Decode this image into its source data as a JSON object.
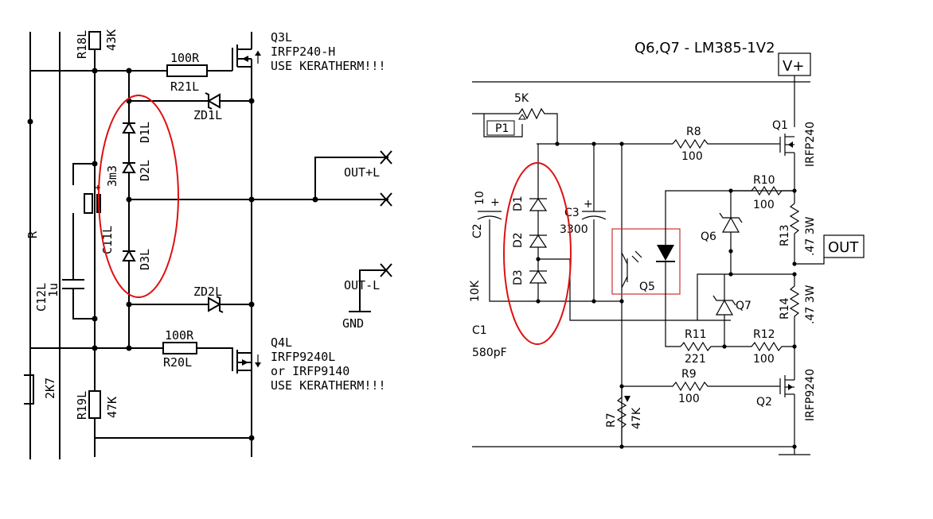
{
  "left": {
    "components": {
      "r18": "R18L",
      "r18_val": "43K",
      "q3": "Q3L",
      "q3_part": "IRFP240-H",
      "q3_note": "USE KERATHERM!!!",
      "r21_val": "100R",
      "r21": "R21L",
      "zd1": "ZD1L",
      "d1": "D1L",
      "d2": "D2L",
      "d3": "D3L",
      "c11": "C11L",
      "c11_val": "3m3",
      "c12": "C12L",
      "c12_val": "1u",
      "partial_r": "R",
      "r_2k7": "2K7",
      "zd2": "ZD2L",
      "r20_val": "100R",
      "r20": "R20L",
      "q4": "Q4L",
      "q4_part": "IRFP9240L",
      "q4_alt": "or IRFP9140",
      "q4_note": "USE KERATHERM!!!",
      "r19": "R19L",
      "r19_val": "47K"
    },
    "terminals": {
      "out_pos": "OUT+L",
      "out_neg": "OUT-L",
      "gnd": "GND"
    }
  },
  "right": {
    "title": "Q6,Q7 - LM385-1V2",
    "components": {
      "pot_val": "5K",
      "pot": "P1",
      "r8": "R8",
      "r8_val": "100",
      "q1": "Q1",
      "q1_part": "IRFP240",
      "c2_val": "10",
      "c2": "C2",
      "c3": "C3",
      "c3_val": "3300",
      "d1": "D1",
      "d2": "D2",
      "d3": "D3",
      "r10": "R10",
      "r10_val": "100",
      "q6": "Q6",
      "r13": "R13",
      "r13_val": ".47 3W",
      "q5": "Q5",
      "q7": "Q7",
      "r14": "R14",
      "r14_val": ".47 3W",
      "r11": "R11",
      "r11_val": "221",
      "r12": "R12",
      "r12_val": "100",
      "r9": "R9",
      "r9_val": "100",
      "q2": "Q2",
      "q2_part": "IRFP9240",
      "r7": "R7",
      "r7_val": "47K",
      "partial_10k": "10K",
      "partial_c1": "C1",
      "partial_580pf": "580pF"
    },
    "terminals": {
      "vplus": "V+",
      "out": "OUT"
    }
  },
  "highlight_color": "#d11111"
}
